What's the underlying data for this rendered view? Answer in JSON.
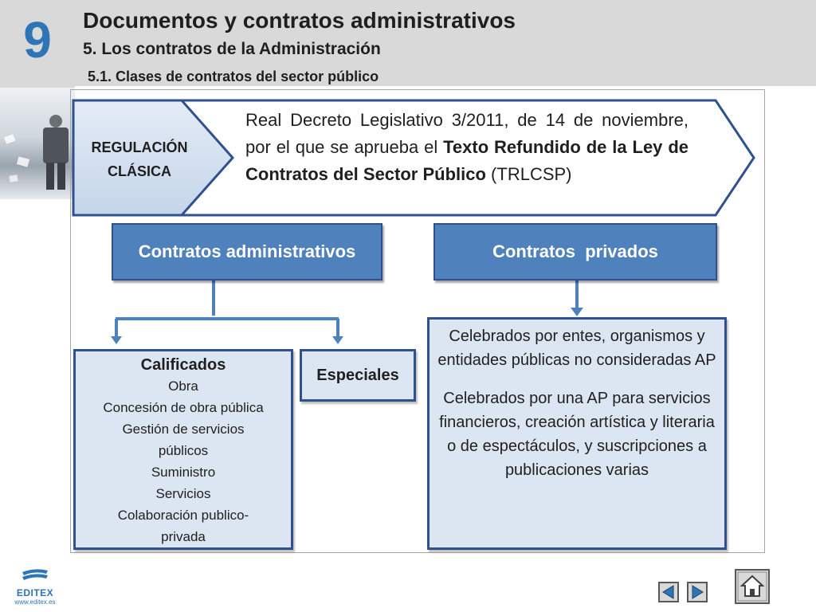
{
  "header": {
    "chapter_number": "9",
    "title": "Documentos y contratos administrativos",
    "subtitle": "5. Los contratos de la Administración",
    "subsubtitle": "5.1. Clases de contratos del sector público"
  },
  "diagram": {
    "regulation_label": [
      "REGULACIÓN",
      "CLÁSICA"
    ],
    "decree": {
      "part1": "Real Decreto Legislativo 3/2011, de 14 de noviembre, por el que se aprueba el ",
      "bold": "Texto Refundido de la Ley de Contratos del Sector Público",
      "part2": " (TRLCSP)"
    },
    "admin_contracts_label": "Contratos administrativos",
    "private_contracts_label": "Contratos  privados",
    "calificados": {
      "title": "Calificados",
      "items": [
        "Obra",
        "Concesión de obra pública",
        "Gestión de servicios",
        "públicos",
        "Suministro",
        "Servicios",
        "Colaboración publico-",
        "privada"
      ]
    },
    "especiales_label": "Especiales",
    "private_desc": [
      "Celebrados por entes, organismos y entidades públicas no consideradas AP",
      "Celebrados por una AP para servicios financieros, creación artística y literaria o de espectáculos, y suscripciones a publicaciones varias"
    ]
  },
  "logo": {
    "name": "EDITEX",
    "url": "www.editex.es"
  },
  "nav": {
    "prev_icon": "triangle-left-icon",
    "next_icon": "triangle-right-icon",
    "home_icon": "home-icon"
  },
  "colors": {
    "accent": "#2e75b6",
    "box_blue": "#4f81bd",
    "box_light": "#dce6f2",
    "border_dark": "#2f528f",
    "header_gray": "#d9d9d9"
  }
}
